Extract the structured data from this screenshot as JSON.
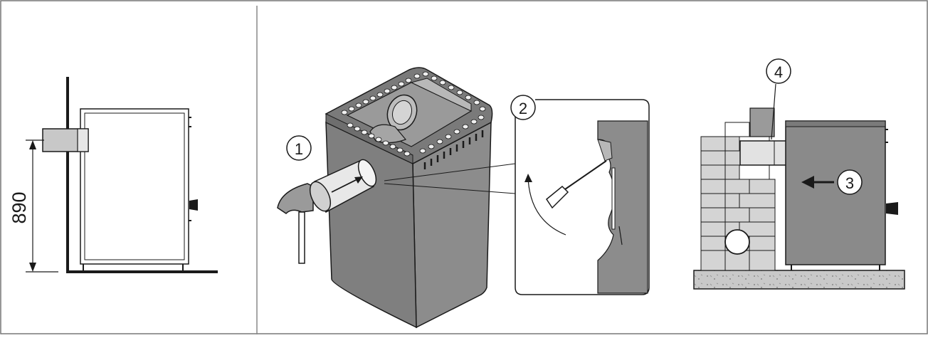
{
  "dimension": {
    "value": "890"
  },
  "callouts": [
    {
      "label": "1"
    },
    {
      "label": "2"
    },
    {
      "label": "3"
    },
    {
      "label": "4"
    }
  ],
  "colors": {
    "outline": "#1a1a1a",
    "stove_body": "#8a8a8a",
    "stove_light": "#b4b4b4",
    "brick": "#d2d2d2",
    "floor": "#bdbdbd",
    "frame": "#777777"
  }
}
